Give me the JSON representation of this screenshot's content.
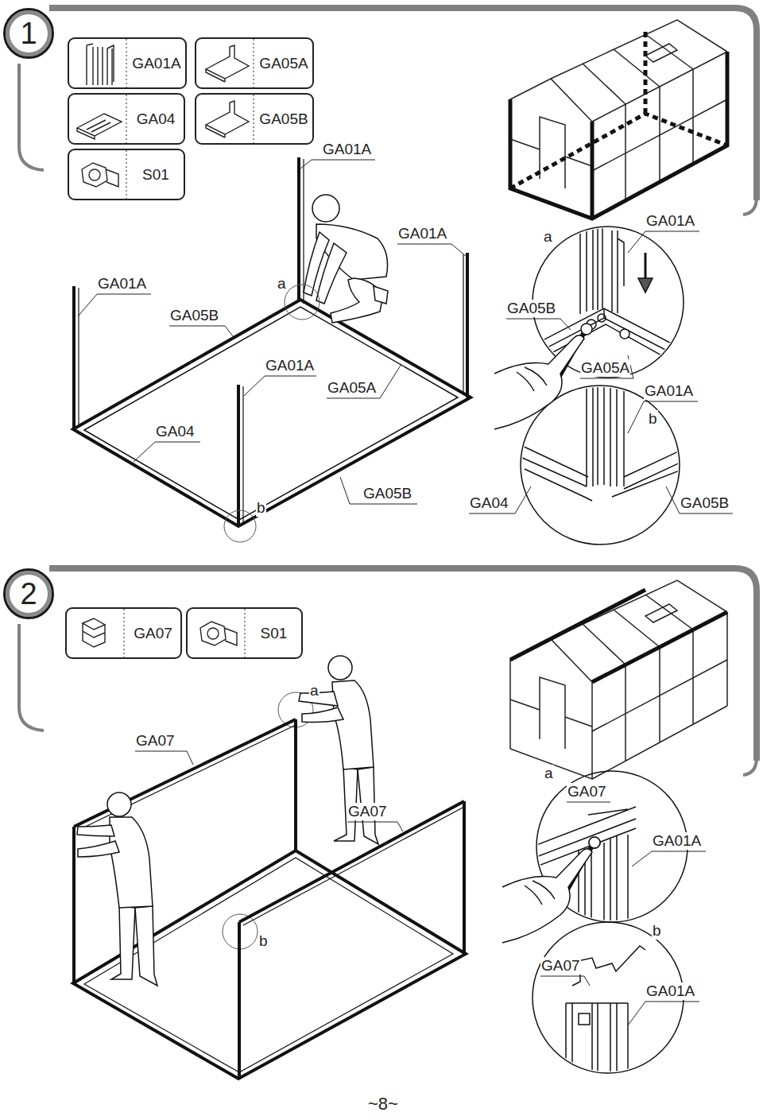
{
  "diagram": {
    "nodes": [
      {
        "text": [
          "1"
        ]
      },
      {
        "text": [
          "GA01A"
        ]
      },
      {
        "text": [
          "GA05A"
        ]
      },
      {
        "text": [
          "GA04"
        ]
      },
      {
        "text": [
          "GA05B"
        ]
      },
      {
        "text": [
          "S01"
        ]
      },
      {
        "text": [
          "2"
        ]
      },
      {
        "text": [
          "GA07"
        ]
      },
      {
        "text": [
          "S01"
        ]
      }
    ],
    "labels": [
      "GA01A",
      "GA01A",
      "a",
      "GA01A",
      "GA01A",
      "a",
      "GA05B",
      "GA05B",
      "GA01A",
      "GA05A",
      "GA05A",
      "GA01A",
      "b",
      "GA04",
      "b",
      "GA05B",
      "GA04",
      "GA05B",
      "a",
      "GA07",
      "a",
      "GA07",
      "GA07",
      "GA01A",
      "b",
      "b",
      "GA07",
      "GA01A",
      "~8~"
    ]
  }
}
